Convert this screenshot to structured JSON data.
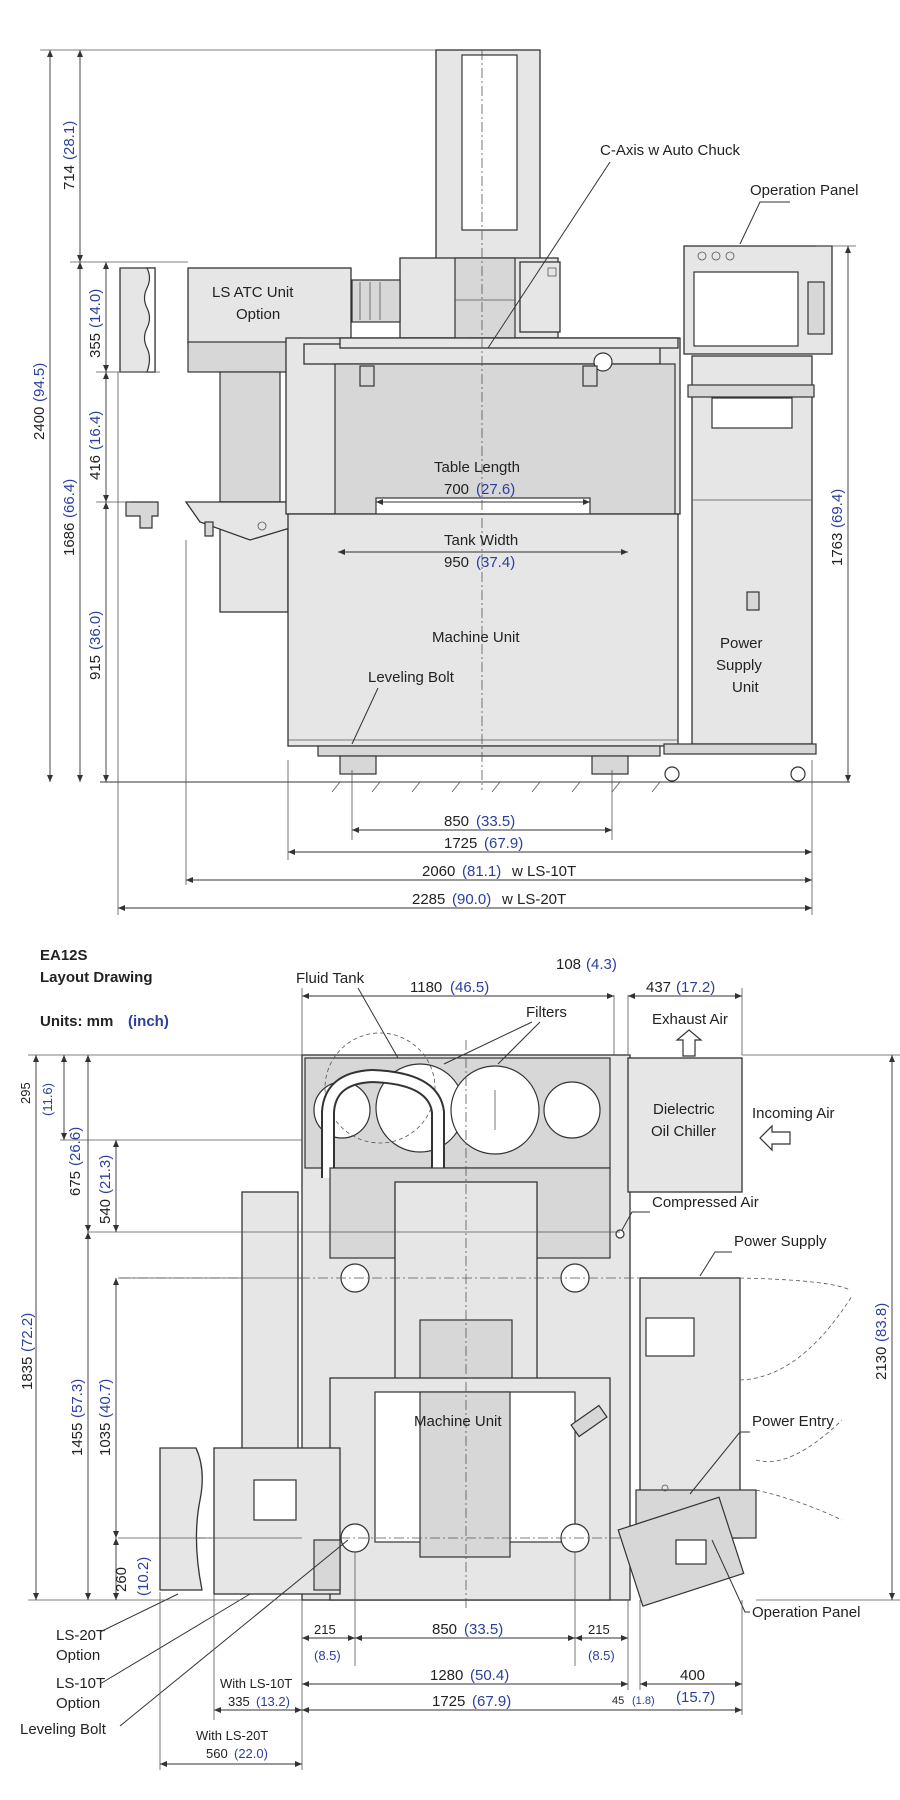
{
  "front_view": {
    "callouts": {
      "c_axis": "C-Axis w Auto Chuck",
      "operation_panel": "Operation Panel",
      "ls_atc_line1": "LS ATC Unit",
      "ls_atc_line2": "Option",
      "table_length": "Table Length",
      "tank_width": "Tank Width",
      "machine_unit": "Machine Unit",
      "leveling_bolt": "Leveling Bolt",
      "power_supply_line1": "Power",
      "power_supply_line2": "Supply",
      "power_supply_line3": "Unit"
    },
    "dims": {
      "h714": {
        "mm": "714",
        "in": "(28.1)"
      },
      "h355": {
        "mm": "355",
        "in": "(14.0)"
      },
      "h416": {
        "mm": "416",
        "in": "(16.4)"
      },
      "h2400": {
        "mm": "2400",
        "in": "(94.5)"
      },
      "h1686": {
        "mm": "1686",
        "in": "(66.4)"
      },
      "h915": {
        "mm": "915",
        "in": "(36.0)"
      },
      "h1763": {
        "mm": "1763",
        "in": "(69.4)"
      },
      "w700": {
        "mm": "700",
        "in": "(27.6)"
      },
      "w950": {
        "mm": "950",
        "in": "(37.4)"
      },
      "w850": {
        "mm": "850",
        "in": "(33.5)"
      },
      "w1725": {
        "mm": "1725",
        "in": "(67.9)"
      },
      "w2060": {
        "mm": "2060",
        "in": "(81.1)",
        "suffix": "w LS-10T"
      },
      "w2285": {
        "mm": "2285",
        "in": "(90.0)",
        "suffix": "w LS-20T"
      }
    }
  },
  "layout": {
    "title_line1": "EA12S",
    "title_line2": "Layout Drawing",
    "units_label": "Units: mm",
    "units_inch": "(inch)",
    "callouts": {
      "fluid_tank": "Fluid Tank",
      "filters": "Filters",
      "exhaust_air": "Exhaust Air",
      "chiller_line1": "Dielectric",
      "chiller_line2": "Oil Chiller",
      "incoming_air": "Incoming Air",
      "compressed_air": "Compressed Air",
      "power_supply": "Power Supply",
      "machine_unit": "Machine Unit",
      "power_entry": "Power Entry",
      "operation_panel": "Operation Panel",
      "ls20t_line1": "LS-20T",
      "ls20t_line2": "Option",
      "ls10t_line1": "LS-10T",
      "ls10t_line2": "Option",
      "leveling_bolt": "Leveling Bolt",
      "with_ls10t": "With LS-10T",
      "with_ls20t": "With LS-20T"
    },
    "dims": {
      "w1180": {
        "mm": "1180",
        "in": "(46.5)"
      },
      "w108": {
        "mm": "108",
        "in": "(4.3)"
      },
      "w437": {
        "mm": "437",
        "in": "(17.2)"
      },
      "h295": {
        "mm": "295",
        "in": "(11.6)"
      },
      "h675": {
        "mm": "675",
        "in": "(26.6)"
      },
      "h540": {
        "mm": "540",
        "in": "(21.3)"
      },
      "h1835": {
        "mm": "1835",
        "in": "(72.2)"
      },
      "h1455": {
        "mm": "1455",
        "in": "(57.3)"
      },
      "h1035": {
        "mm": "1035",
        "in": "(40.7)"
      },
      "h260": {
        "mm": "260",
        "in": "(10.2)"
      },
      "h2130": {
        "mm": "2130",
        "in": "(83.8)"
      },
      "w215a": {
        "mm": "215",
        "in": "(8.5)"
      },
      "w850": {
        "mm": "850",
        "in": "(33.5)"
      },
      "w215b": {
        "mm": "215",
        "in": "(8.5)"
      },
      "w1280": {
        "mm": "1280",
        "in": "(50.4)"
      },
      "w400": {
        "mm": "400",
        "in": "(15.7)"
      },
      "w45": {
        "mm": "45",
        "in": "(1.8)"
      },
      "w1725": {
        "mm": "1725",
        "in": "(67.9)"
      },
      "w335": {
        "mm": "335",
        "in": "(13.2)"
      },
      "w560": {
        "mm": "560",
        "in": "(22.0)"
      }
    }
  }
}
